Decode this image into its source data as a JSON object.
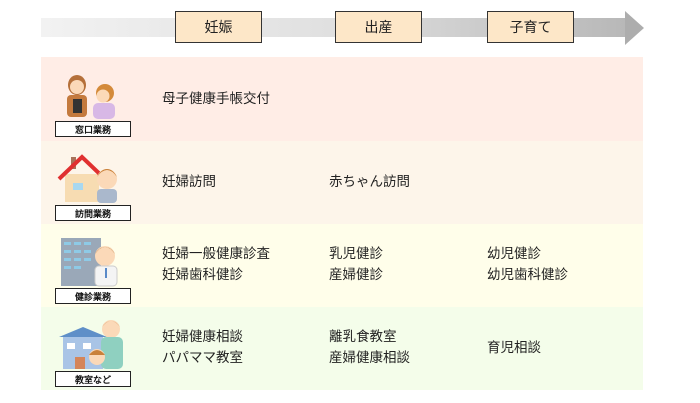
{
  "timeline": {
    "stages": [
      {
        "label": "妊娠"
      },
      {
        "label": "出産"
      },
      {
        "label": "子育て"
      }
    ]
  },
  "rows": [
    {
      "category": "窓口業務",
      "icon": "counter-service-icon",
      "background": "#ffede6",
      "pregnancy": [
        "母子健康手帳交付"
      ],
      "birth": [],
      "childcare": []
    },
    {
      "category": "訪問業務",
      "icon": "home-visit-icon",
      "background": "#fdf5ea",
      "pregnancy": [
        "妊婦訪問"
      ],
      "birth": [
        "赤ちゃん訪問"
      ],
      "childcare": []
    },
    {
      "category": "健診業務",
      "icon": "health-checkup-icon",
      "background": "#fffeea",
      "pregnancy": [
        "妊婦一般健康診査",
        "妊婦歯科健診"
      ],
      "birth": [
        "乳児健診",
        "産婦健診"
      ],
      "childcare": [
        "幼児健診",
        "幼児歯科健診"
      ]
    },
    {
      "category": "教室など",
      "icon": "classroom-icon",
      "background": "#f4fdea",
      "pregnancy": [
        "妊婦健康相談",
        "パパママ教室"
      ],
      "birth": [
        "離乳食教室",
        "産婦健康相談"
      ],
      "childcare": [
        "育児相談"
      ]
    }
  ],
  "colors": {
    "stage_box": "#fde7c8",
    "arrow_start": "#f2f2f2",
    "arrow_end": "#adadad"
  }
}
